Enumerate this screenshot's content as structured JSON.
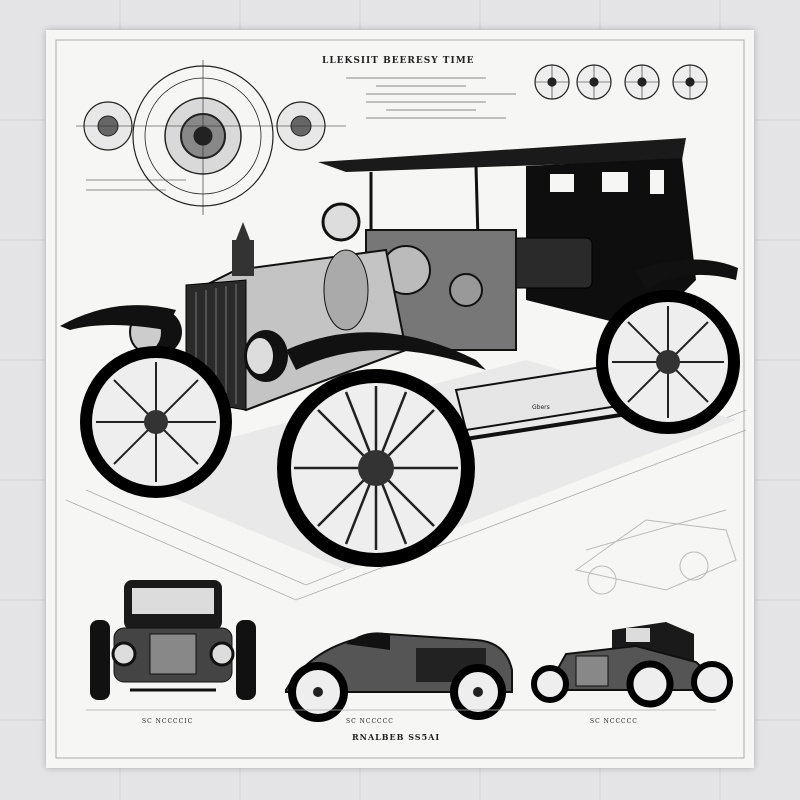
{
  "image": {
    "title_text": "LLEKSIIT BEERESY TIME",
    "bottom_caption": "RNALBEB SS5AI",
    "plate_label": "Gbers",
    "view_labels": {
      "front": "SC NCCCCIC",
      "side": "SC NCCCCC",
      "rear": "SC NCCCCC"
    }
  },
  "colors": {
    "backdrop": "#e4e4e6",
    "paper": "#f6f6f5",
    "ink": "#111111",
    "steel": "#bdbdbd"
  }
}
